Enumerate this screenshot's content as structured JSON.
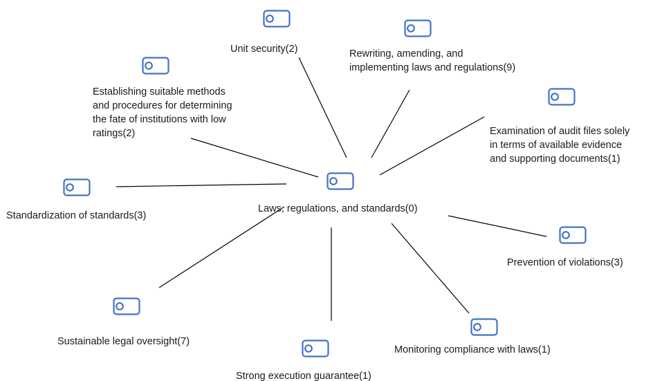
{
  "diagram": {
    "icon_color": "#4472C4",
    "edge_color": "#000000",
    "icon": "tag-icon",
    "center": {
      "id": "center",
      "lines": [
        "Laws, regulations, and standards(0)"
      ]
    },
    "nodes": [
      {
        "id": "unit-security",
        "lines": [
          "Unit security(2)"
        ]
      },
      {
        "id": "rewriting-laws",
        "lines": [
          "Rewriting, amending, and",
          "implementing laws and regulations(9)"
        ]
      },
      {
        "id": "establishing-methods",
        "lines": [
          "Establishing suitable methods",
          "and procedures for determining",
          "the fate of institutions with low",
          "ratings(2)"
        ]
      },
      {
        "id": "audit-files",
        "lines": [
          "Examination of audit files solely",
          "in terms of available evidence",
          "and supporting documents(1)"
        ]
      },
      {
        "id": "standardization",
        "lines": [
          "Standardization of standards(3)"
        ]
      },
      {
        "id": "prevention-violations",
        "lines": [
          "Prevention of violations(3)"
        ]
      },
      {
        "id": "legal-oversight",
        "lines": [
          "Sustainable legal oversight(7)"
        ]
      },
      {
        "id": "monitoring-compliance",
        "lines": [
          "Monitoring compliance with laws(1)"
        ]
      },
      {
        "id": "execution-guarantee",
        "lines": [
          "Strong execution guarantee(1)"
        ]
      }
    ]
  }
}
